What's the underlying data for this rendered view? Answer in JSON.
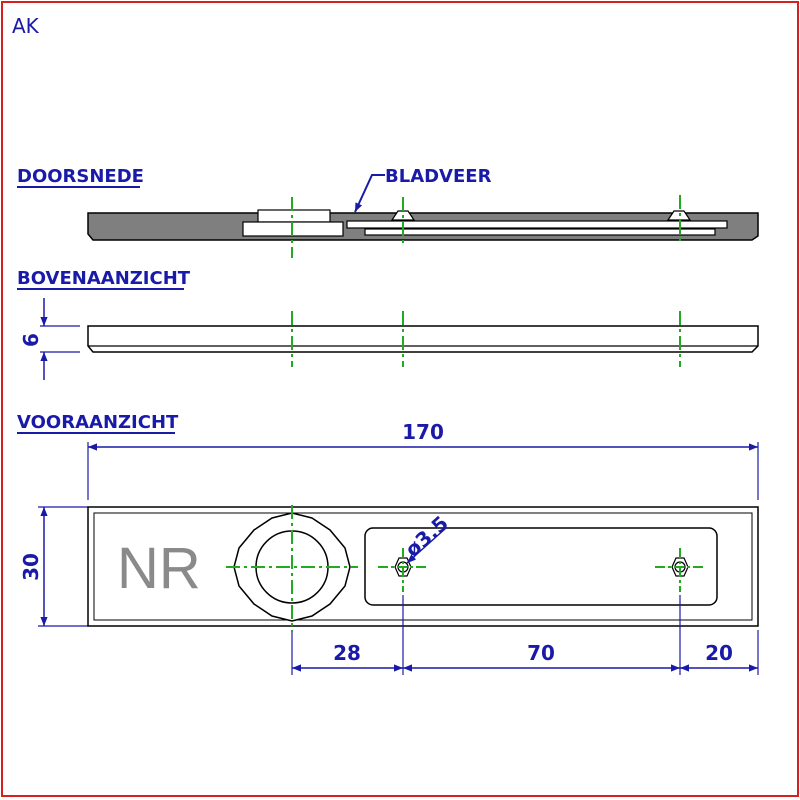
{
  "corner_label": "AK",
  "views": {
    "section_title": "DOORSNEDE",
    "leaf_spring_label": "BLADVEER",
    "top_view_title": "BOVENAANZICHT",
    "front_view_title": "VOORAANZICHT"
  },
  "dimensions": {
    "overall_length": "170",
    "height": "30",
    "thickness": "6",
    "hole_diameter": "ø3.5",
    "dist_1": "28",
    "dist_2": "70",
    "dist_3": "20"
  },
  "marking": "NR",
  "colors": {
    "border": "#d42020",
    "dimension": "#1a1aa8",
    "centerline": "#22aa22",
    "part_fill": "#7f7f7f",
    "outline": "#000000",
    "marking": "#8a8a8a"
  }
}
